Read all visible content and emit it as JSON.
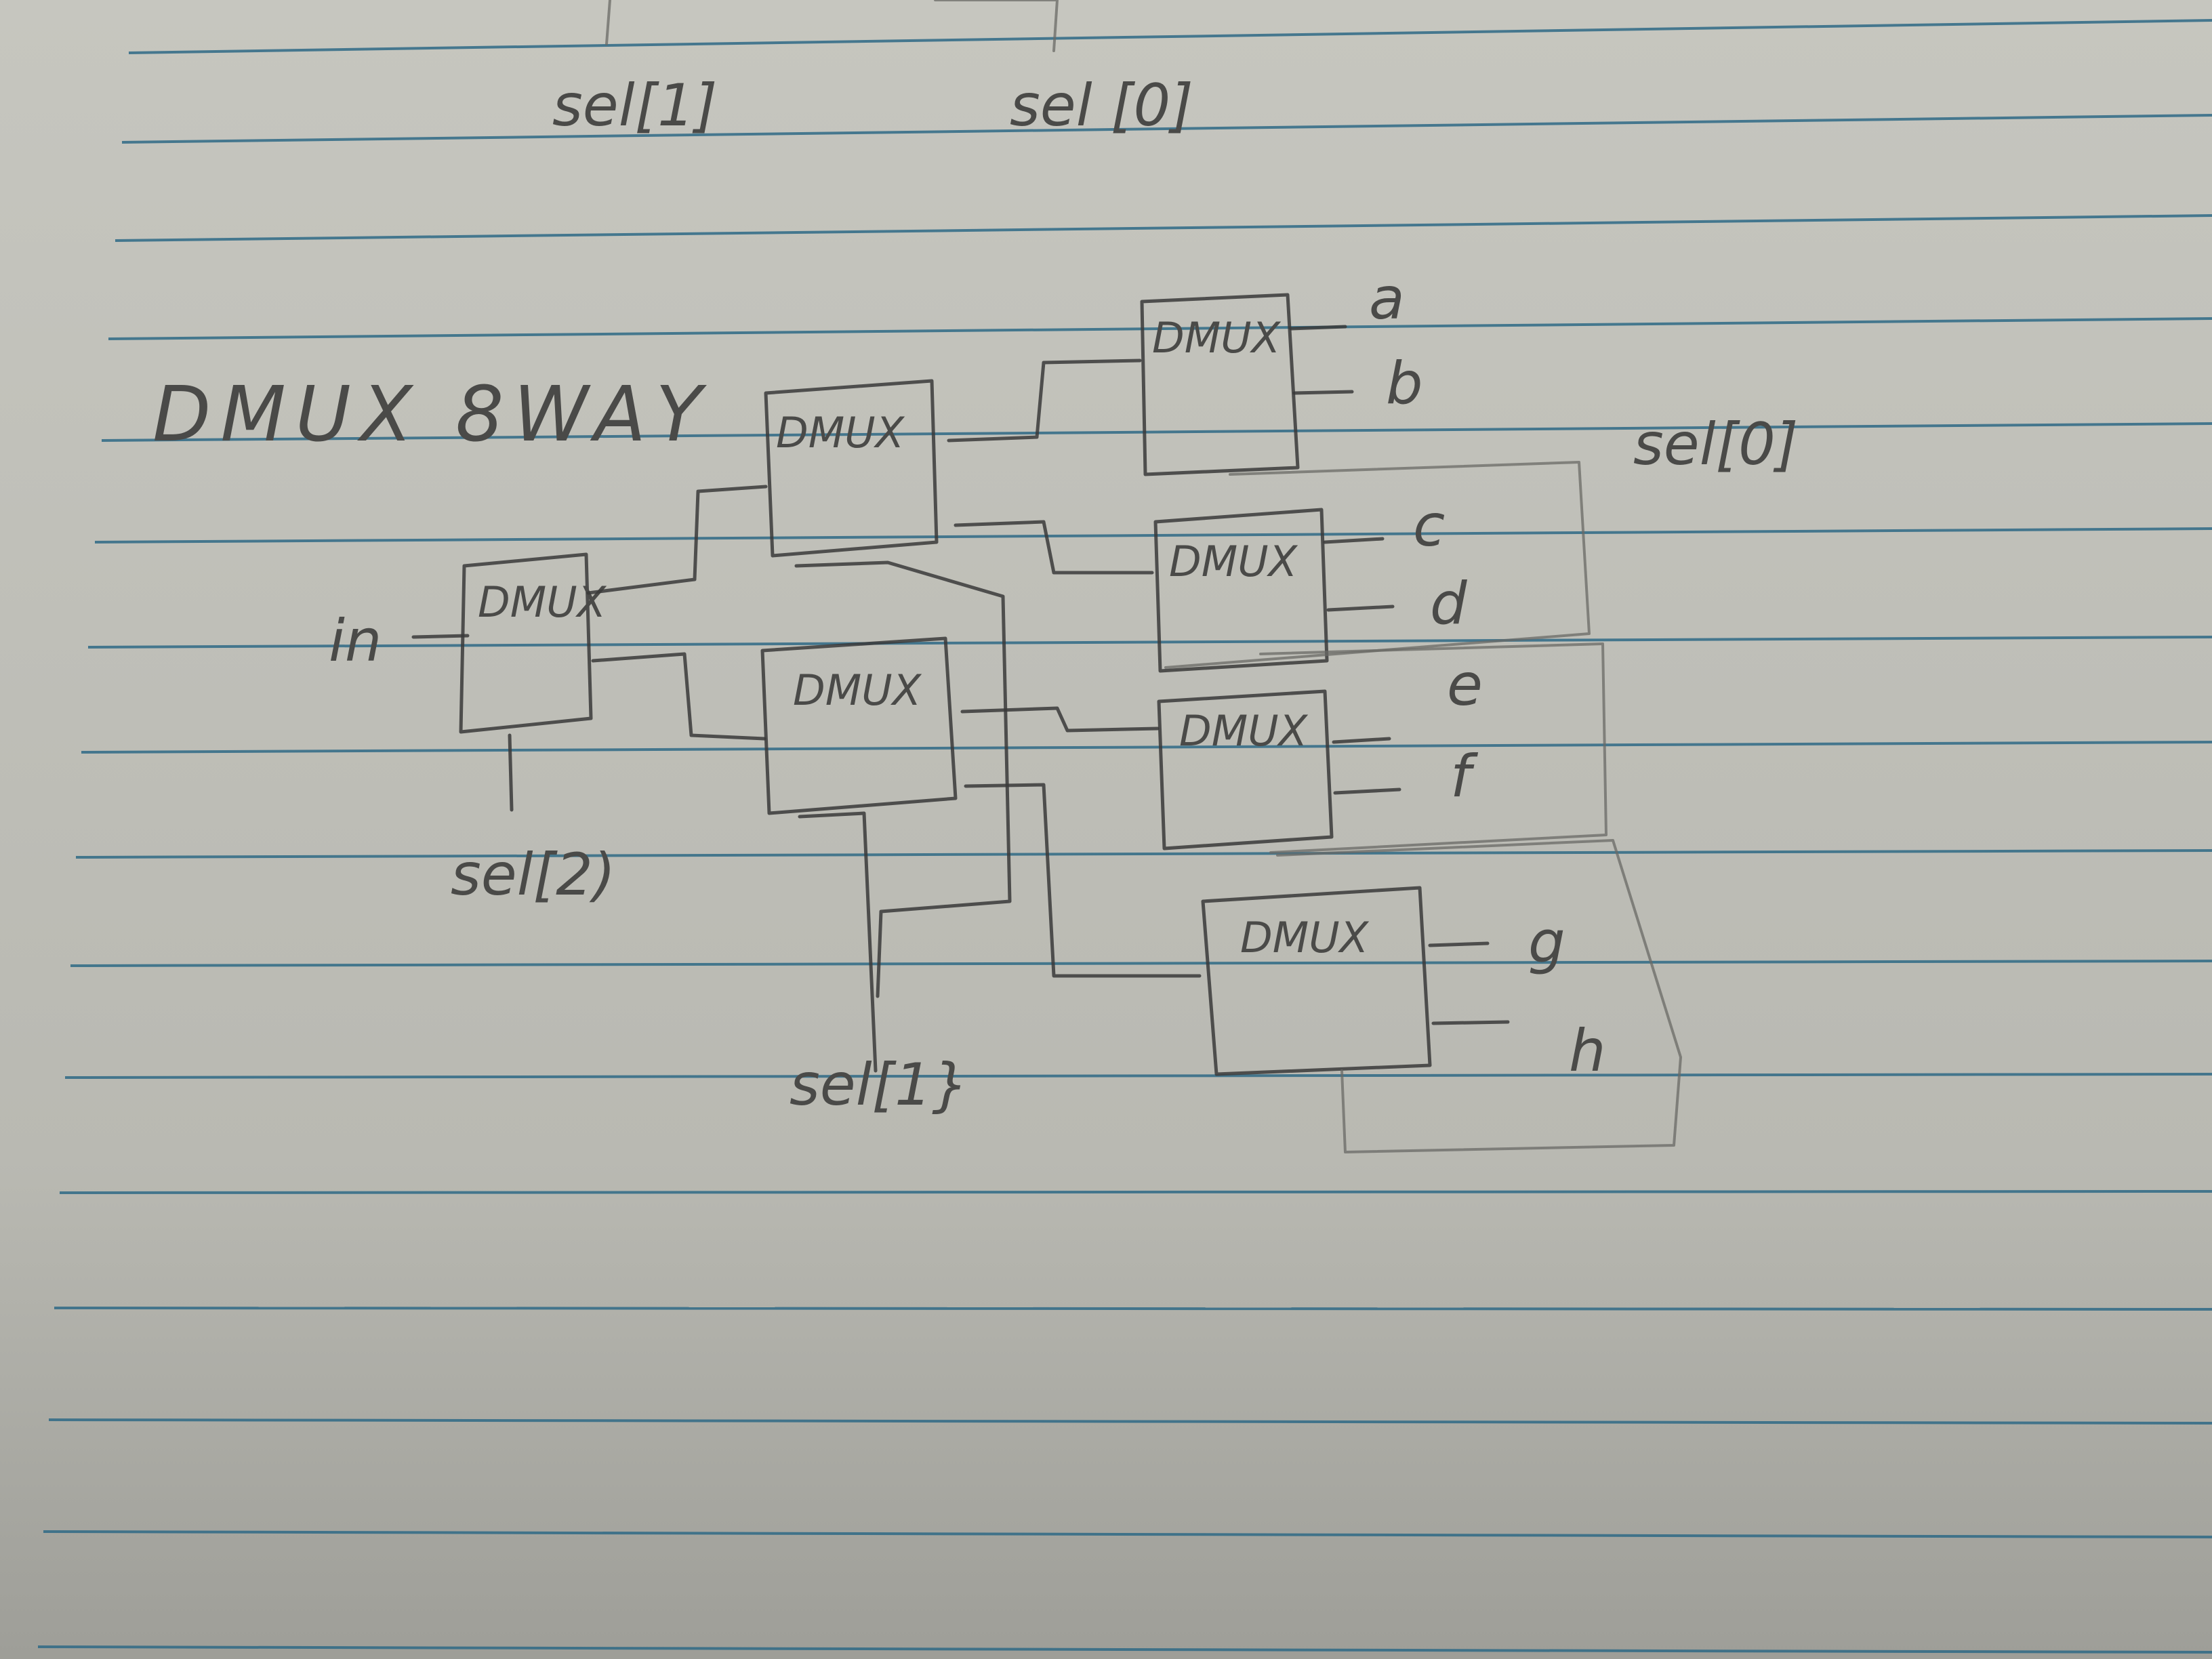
{
  "notebook": {
    "rule_color": "#2f6a86",
    "paper_color": "#bdbdb6",
    "pencil_color": "#3a3a3a"
  },
  "top_fragment": {
    "labels": [
      "sel[1]",
      "sel [0]"
    ]
  },
  "diagram": {
    "title": "DMUX 8WAY",
    "block_label": "DMUX",
    "input_label": "in",
    "select_labels": {
      "s2": "sel[2)",
      "s1": "sel[1}",
      "s0": "sel[0]"
    },
    "outputs": [
      "a",
      "b",
      "c",
      "d",
      "e",
      "f",
      "g",
      "h"
    ]
  }
}
